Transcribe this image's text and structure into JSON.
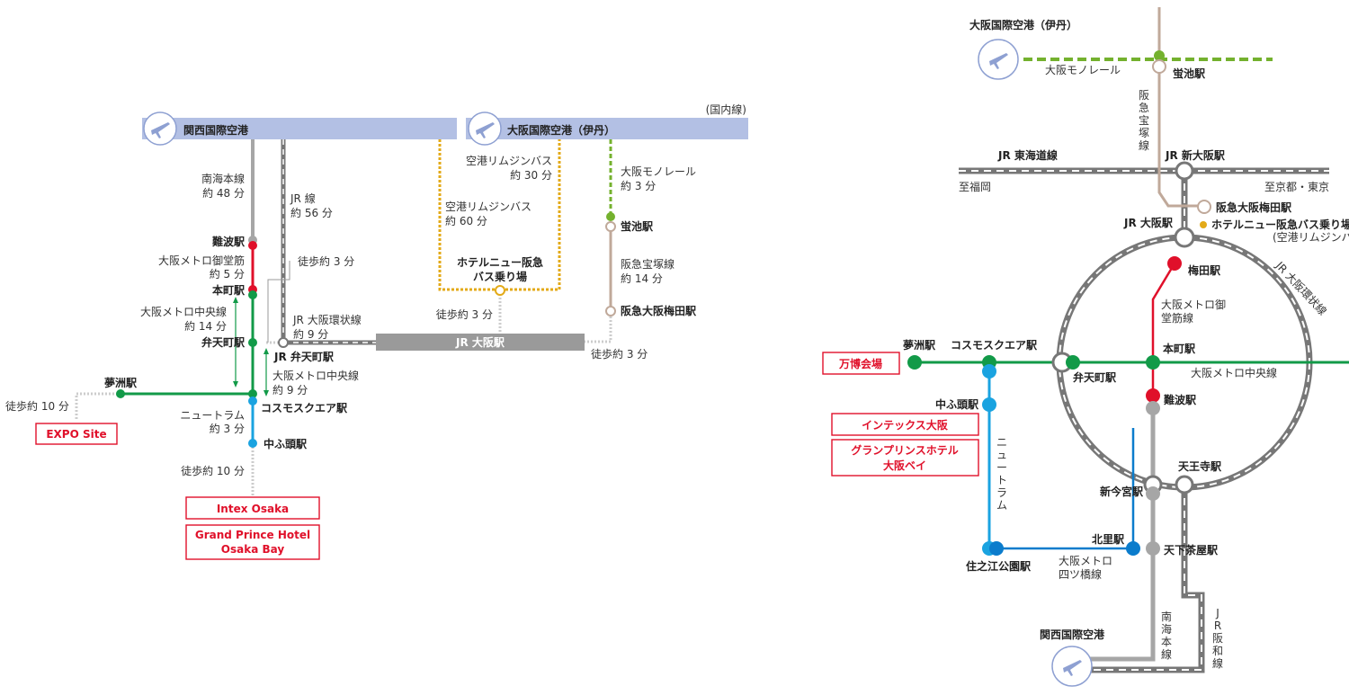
{
  "colors": {
    "gray": "#a6a6a6",
    "red": "#e0102a",
    "green": "#129a48",
    "cyan": "#1aa3e0",
    "blue": "#0b7ccc",
    "brown": "#c0a99a",
    "olive": "#74b12e",
    "orange": "#e3aa18",
    "header": "#b3c0e4",
    "jr": "#777777"
  },
  "left": {
    "kix": "関西国際空港",
    "itami": "大阪国際空港（伊丹）",
    "domestic": "(国内線)",
    "nankai": [
      "南海本線",
      "約 48 分"
    ],
    "jr_line": [
      "JR 線",
      "約 56 分"
    ],
    "bus30": [
      "空港リムジンバス",
      "約 30 分"
    ],
    "bus60": [
      "空港リムジンバス",
      "約 60 分"
    ],
    "monorail": [
      "大阪モノレール",
      "約 3 分"
    ],
    "hotaru": "蛍池駅",
    "hankyu": [
      "阪急宝塚線",
      "約 14 分"
    ],
    "hankyu_umeda": "阪急大阪梅田駅",
    "hotel_bus": [
      "ホテルニュー阪急",
      "バス乗り場"
    ],
    "walk3a": "徒歩約 3 分",
    "walk3b": "徒歩約 3 分",
    "walk3c": "徒歩約 3 分",
    "jr_osaka": "JR 大阪駅",
    "namba": "難波駅",
    "midosuji": [
      "大阪メトロ御堂筋",
      "約 5 分"
    ],
    "hommachi": "本町駅",
    "chuo14": [
      "大阪メトロ中央線",
      "約 14 分"
    ],
    "bentencho": "弁天町駅",
    "jr_benten": "JR 弁天町駅",
    "loop": [
      "JR 大阪環状線",
      "約 9 分"
    ],
    "chuo9": [
      "大阪メトロ中央線",
      "約 9 分"
    ],
    "yumeshima": "夢洲駅",
    "walk10a": "徒歩約 10 分",
    "expo": "EXPO Site",
    "newtram": [
      "ニュートラム",
      "約 3 分"
    ],
    "cosmo": "コスモスクエア駅",
    "nakafuto": "中ふ頭駅",
    "walk10b": "徒歩約 10 分",
    "intex": "Intex Osaka",
    "grand": [
      "Grand Prince Hotel",
      "Osaka Bay"
    ]
  },
  "right": {
    "itami": "大阪国際空港（伊丹）",
    "monorail": "大阪モノレール",
    "hotaru": "蛍池駅",
    "takarazuka": [
      "阪",
      "急",
      "宝",
      "塚",
      "線"
    ],
    "tokaido": "JR 東海道線",
    "shin_osaka": "JR 新大阪駅",
    "fukuoka": "至福岡",
    "kyoto": "至京都・東京",
    "hankyu_umeda": "阪急大阪梅田駅",
    "hotel_bus": "ホテルニュー阪急バス乗り場",
    "bus_note": "(空港リムジンバス",
    "jr_osaka": "JR 大阪駅",
    "umeda": "梅田駅",
    "loop": "JR 大阪環状線",
    "midosuji": [
      "大阪メトロ御",
      "堂筋線"
    ],
    "expo": "万博会場",
    "yumeshima": "夢洲駅",
    "cosmo": "コスモスクエア駅",
    "benten": "弁天町駅",
    "hommachi": "本町駅",
    "chuo": "大阪メトロ中央線",
    "namba": "難波駅",
    "nakafuto": "中ふ頭駅",
    "intex": "インテックス大阪",
    "grand": [
      "グランプリンスホテル",
      "大阪ベイ"
    ],
    "newtram": [
      "ニ",
      "ュ",
      "ー",
      "ト",
      "ラ",
      "ム"
    ],
    "tennoji": "天王寺駅",
    "shinimamiya": "新今宮駅",
    "kitakagaya": "北里駅",
    "tengachaya": "天下茶屋駅",
    "suminoe": "住之江公園駅",
    "yotsubashi": [
      "大阪メトロ",
      "四ツ橋線"
    ],
    "kix": "関西国際空港",
    "nankai": [
      "南",
      "海",
      "本",
      "線"
    ],
    "hanwa": [
      "J",
      "R",
      "阪",
      "和",
      "線"
    ]
  }
}
